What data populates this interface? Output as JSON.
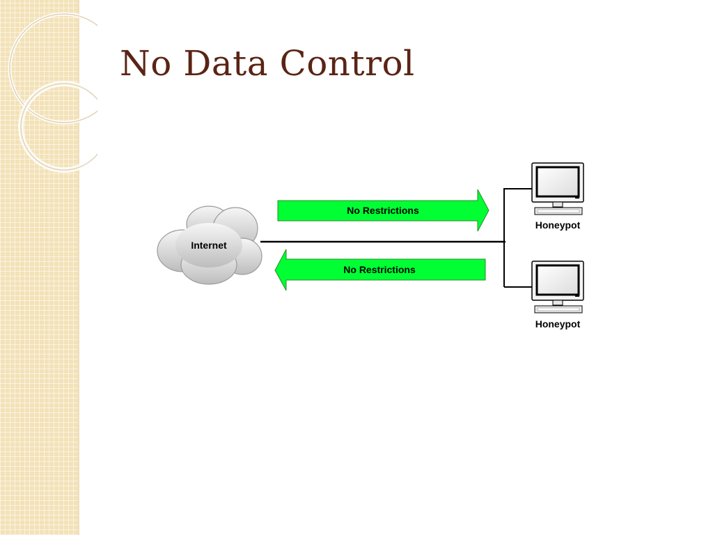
{
  "slide": {
    "title": "No Data Control"
  },
  "diagram": {
    "nodes": {
      "internet": {
        "label": "Internet",
        "icon": "cloud-icon"
      },
      "honeypot_top": {
        "label": "Honeypot",
        "icon": "computer-icon"
      },
      "honeypot_bottom": {
        "label": "Honeypot",
        "icon": "computer-icon"
      }
    },
    "arrows": {
      "outbound": {
        "label": "No Restrictions",
        "direction": "right"
      },
      "inbound": {
        "label": "No Restrictions",
        "direction": "left"
      }
    },
    "colors": {
      "arrow_fill": "#00ff33",
      "title": "#5a2415",
      "side_band": "#f3e2b8"
    }
  }
}
